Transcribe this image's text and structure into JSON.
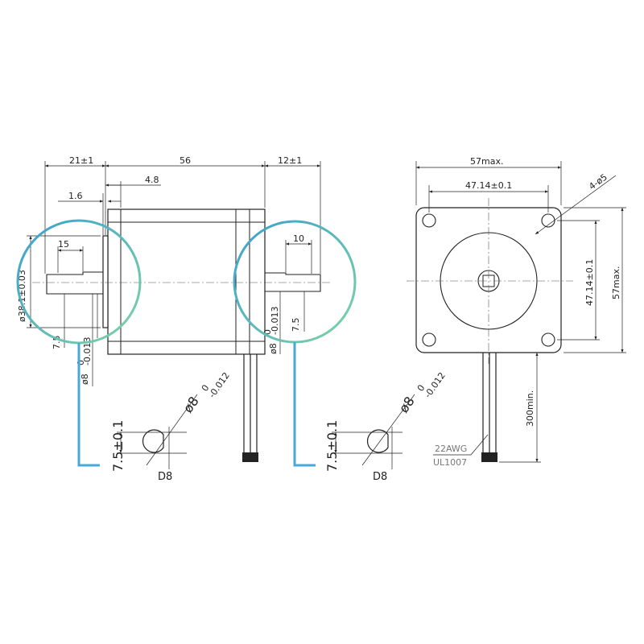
{
  "side_view": {
    "dim_front_shaft": "21±1",
    "dim_body_length": "56",
    "dim_rear_shaft": "12±1",
    "dim_flange": "4.8",
    "dim_boss": "1.6",
    "dim_flat_length": "15",
    "dim_rear_flat_length": "10",
    "dim_boss_dia": "ø38.1±0.03",
    "dim_flat_depth_front": "7.5",
    "dim_shaft_dia_front": "ø8",
    "dim_shaft_dia_front_tol_upper": "0",
    "dim_shaft_dia_front_tol_lower": "-0.013",
    "dim_shaft_dia_rear": "ø8",
    "dim_shaft_dia_rear_tol_upper": "0",
    "dim_shaft_dia_rear_tol_lower": "-0.013",
    "dim_flat_depth_rear": "7.5"
  },
  "front_view": {
    "dim_width": "57max.",
    "dim_hole_spacing_h": "47.14±0.1",
    "dim_holes": "4-ø5",
    "dim_hole_spacing_v": "47.14±0.1",
    "dim_height": "57max.",
    "dim_lead_length": "300min.",
    "wire_gauge": "22AWG",
    "wire_type": "UL1007"
  },
  "sections": [
    {
      "dia": "ø8",
      "tol_upper": "0",
      "tol_lower": "-0.012",
      "flat": "7.5±0.1",
      "label": "D8"
    },
    {
      "dia": "ø8",
      "tol_upper": "0",
      "tol_lower": "-0.012",
      "flat": "7.5±0.1",
      "label": "D8"
    }
  ],
  "colors": {
    "line": "#222222",
    "callout_start": "#3a9fd0",
    "callout_end": "#7fd3a4"
  }
}
